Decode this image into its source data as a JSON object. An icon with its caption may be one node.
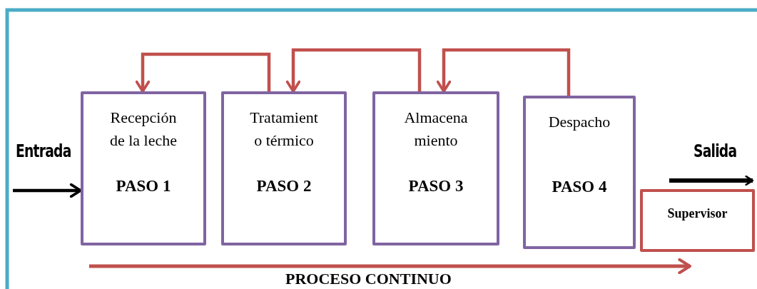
{
  "diagram": {
    "nodes": [
      {
        "text": [
          "Recepción de la leche",
          "PASO 1"
        ]
      },
      {
        "text": [
          "Tratamient o térmico",
          "PASO 2"
        ]
      },
      {
        "text": [
          "Almacena miento",
          "PASO 3"
        ]
      },
      {
        "text": [
          "Despacho",
          "PASO 4"
        ]
      },
      {
        "text": [
          "Supervisor"
        ]
      }
    ],
    "edges": [
      {
        "from": null,
        "to": 0,
        "arrow": "to",
        "color": "#000000"
      },
      {
        "from": 1,
        "to": 0,
        "arrow": "to"
      },
      {
        "from": 2,
        "to": 1,
        "arrow": "to"
      },
      {
        "from": 3,
        "to": 2,
        "arrow": "to"
      }
    ],
    "labels": [
      "Entrada",
      "Salida",
      "PROCESO CONTINUO"
    ]
  }
}
